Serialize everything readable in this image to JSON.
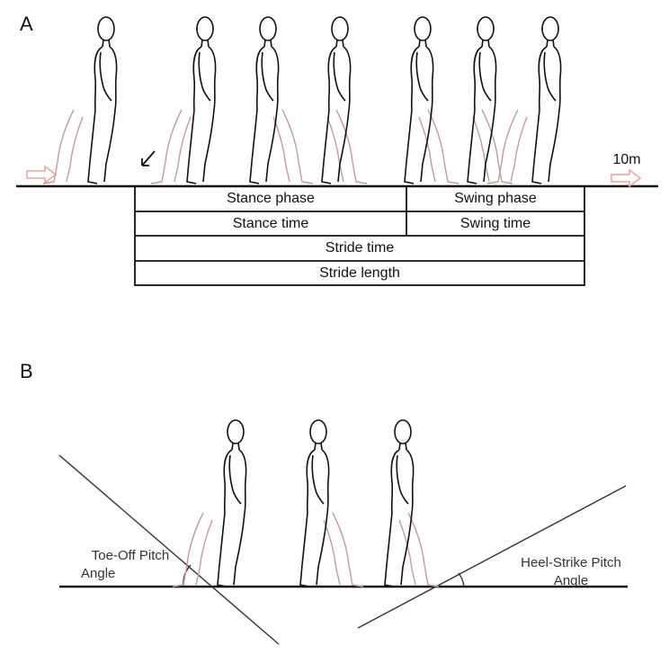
{
  "panel_a": {
    "label": "A",
    "distance_label": "10m",
    "table": {
      "row1": [
        "Stance phase",
        "Swing phase"
      ],
      "row2": [
        "Stance time",
        "Swing time"
      ],
      "row3": "Stride time",
      "row4": "Stride length"
    }
  },
  "panel_b": {
    "label": "B",
    "left_angle_line1": "Toe-Off Pitch",
    "left_angle_line2": "Angle",
    "right_angle_line1": "Heel-Strike Pitch",
    "right_angle_line2": "Angle"
  },
  "colors": {
    "outline": "#111111",
    "ghost_leg": "#c49a9a",
    "arrow": "#e2a99c"
  }
}
